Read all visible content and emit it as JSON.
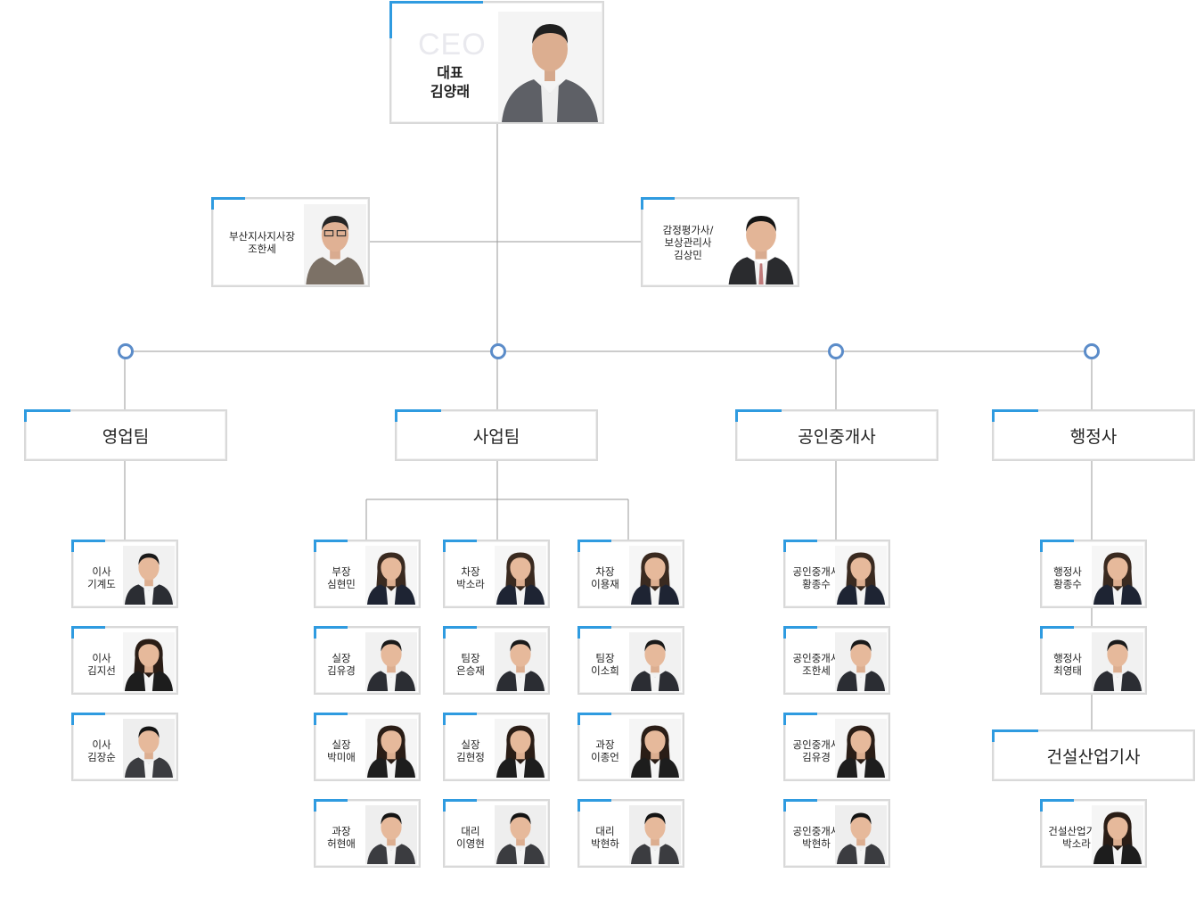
{
  "ceo": {
    "word": "CEO",
    "role": "대표",
    "name": "김양래"
  },
  "advisors": [
    {
      "role": "부산지사지사장",
      "name": "조한세"
    },
    {
      "role": "감정평가사/\n보상관리사",
      "name": "김상민"
    }
  ],
  "teams": {
    "sales": "영업팀",
    "business": "사업팀",
    "realtor": "공인중개사",
    "admin": "행정사",
    "construction": "건설산업기사"
  },
  "sales_members": [
    {
      "role": "이사",
      "name": "기계도"
    },
    {
      "role": "이사",
      "name": "김지선"
    },
    {
      "role": "이사",
      "name": "김장순"
    }
  ],
  "business_col1": [
    {
      "role": "부장",
      "name": "심현민"
    },
    {
      "role": "실장",
      "name": "김유경"
    },
    {
      "role": "실장",
      "name": "박미애"
    },
    {
      "role": "과장",
      "name": "허현애"
    }
  ],
  "business_col2": [
    {
      "role": "차장",
      "name": "박소라"
    },
    {
      "role": "팀장",
      "name": "은승재"
    },
    {
      "role": "실장",
      "name": "김현정"
    },
    {
      "role": "대리",
      "name": "이영현"
    }
  ],
  "business_col3": [
    {
      "role": "차장",
      "name": "이용재"
    },
    {
      "role": "팀장",
      "name": "이소희"
    },
    {
      "role": "과장",
      "name": "이종언"
    },
    {
      "role": "대리",
      "name": "박현하"
    }
  ],
  "realtor_members": [
    {
      "role": "공인중개사",
      "name": "황종수"
    },
    {
      "role": "공인중개사",
      "name": "조한세"
    },
    {
      "role": "공인중개사",
      "name": "김유경"
    },
    {
      "role": "공인중개사",
      "name": "박현하"
    }
  ],
  "admin_members": [
    {
      "role": "행정사",
      "name": "황종수"
    },
    {
      "role": "행정사",
      "name": "최영태"
    }
  ],
  "construction_members": [
    {
      "role": "건설산업기사",
      "name": "박소라"
    }
  ],
  "colors": {
    "accent": "#2f9be0",
    "node": "#5b8cc9",
    "line": "#999999",
    "border": "#d9d9d9"
  }
}
